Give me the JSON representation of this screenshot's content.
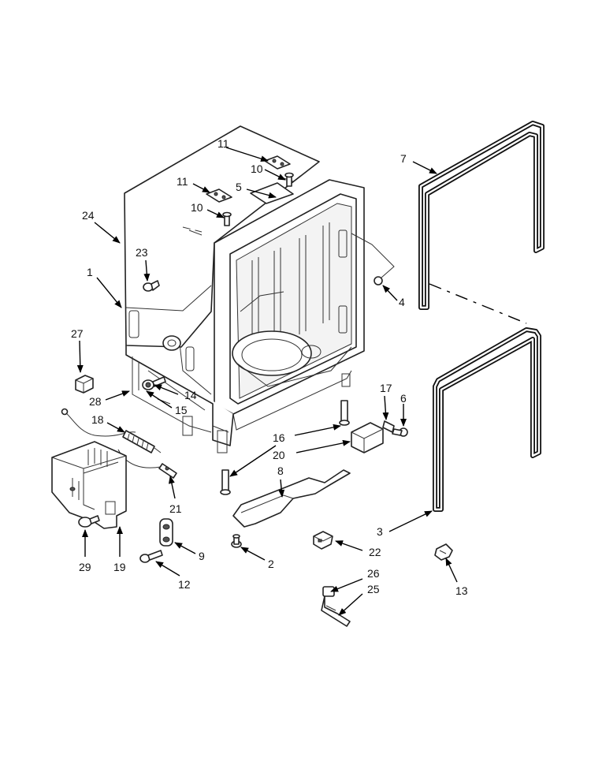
{
  "callouts": {
    "c1": "1",
    "c2": "2",
    "c3": "3",
    "c4": "4",
    "c5": "5",
    "c6": "6",
    "c7": "7",
    "c8": "8",
    "c9": "9",
    "c10a": "10",
    "c10b": "10",
    "c11a": "11",
    "c11b": "11",
    "c12": "12",
    "c13": "13",
    "c14": "14",
    "c15": "15",
    "c16": "16",
    "c17": "17",
    "c18": "18",
    "c19": "19",
    "c20": "20",
    "c21": "21",
    "c22": "22",
    "c23": "23",
    "c24": "24",
    "c25": "25",
    "c26": "26",
    "c27": "27",
    "c28": "28",
    "c29": "29"
  }
}
